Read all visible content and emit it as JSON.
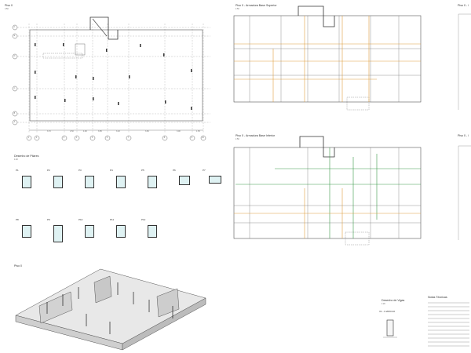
{
  "views": {
    "plan_forma": {
      "title": "Piso 0",
      "scale": "1:50"
    },
    "arm_sup": {
      "title": "Piso 0 - Armadura Base Superior",
      "scale": "1:50"
    },
    "arm_inf": {
      "title": "Piso 0 - Armadura Base Inferior",
      "scale": "1:50"
    },
    "right_top": {
      "title": "Piso 0 - /"
    },
    "right_mid": {
      "title": "Piso 0 - /"
    },
    "pilares": {
      "title": "Desenho de Pilares",
      "scale": "1:20"
    },
    "iso": {
      "title": "Piso 0"
    },
    "vigas": {
      "title": "Desenho de Vigas",
      "scale": "1:20",
      "beam": "V1 - 0.20X0.40"
    },
    "notes": {
      "title": "Notas Técnicas"
    }
  },
  "grid": {
    "rows": [
      "F",
      "E",
      "D",
      "C",
      "B",
      "A"
    ],
    "cols": [
      "1",
      "2",
      "3",
      "4",
      "5",
      "6",
      "7",
      "8",
      "9",
      "10"
    ],
    "dims": [
      "3.70",
      "1.50",
      "4.90",
      "3.85",
      "3.43",
      "3.60",
      "3.00",
      "1.35"
    ]
  },
  "pilares": [
    {
      "label": "P1"
    },
    {
      "label": "P2"
    },
    {
      "label": "P3"
    },
    {
      "label": "P4"
    },
    {
      "label": "P5"
    },
    {
      "label": "P6"
    },
    {
      "label": "P7"
    },
    {
      "label": "P8"
    },
    {
      "label": "P9"
    },
    {
      "label": "P10"
    },
    {
      "label": "P11"
    },
    {
      "label": "P12"
    }
  ]
}
